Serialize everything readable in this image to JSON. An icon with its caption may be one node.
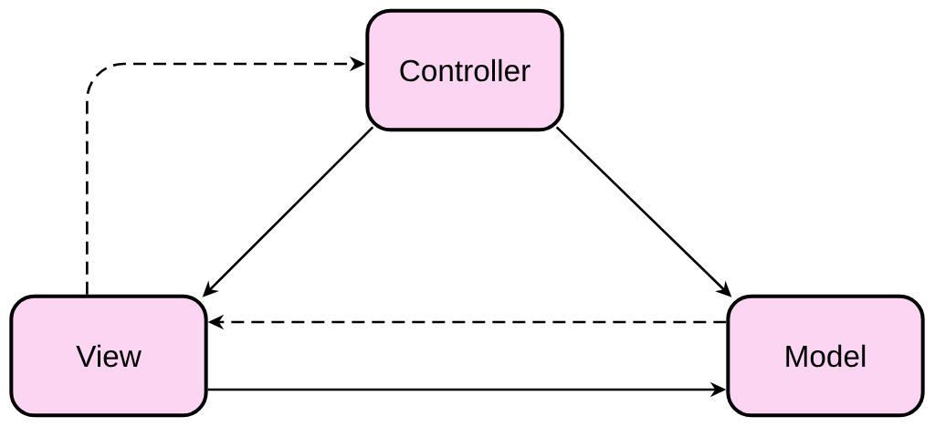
{
  "diagram": {
    "nodes": [
      {
        "text": [
          "Controller"
        ]
      },
      {
        "text": [
          "View"
        ]
      },
      {
        "text": [
          "Model"
        ]
      }
    ],
    "edges": [
      {
        "from": 0,
        "to": 1,
        "arrow": "to"
      },
      {
        "from": 0,
        "to": 2,
        "arrow": "to"
      },
      {
        "from": 2,
        "to": 1,
        "arrow": "to",
        "style": "dashed"
      },
      {
        "from": 1,
        "to": 2,
        "arrow": "to"
      },
      {
        "from": 1,
        "to": 0,
        "arrow": "to",
        "style": "dashed"
      }
    ]
  }
}
